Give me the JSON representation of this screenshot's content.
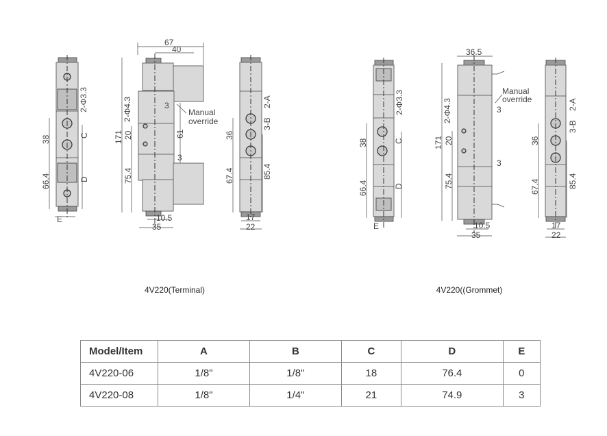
{
  "drawings": {
    "terminal": {
      "caption": "4V220(Terminal)",
      "side": {
        "d38": "38",
        "d664": "66.4",
        "c": "C",
        "d": "D",
        "e": "E",
        "hole": "2-Φ3.3"
      },
      "front": {
        "d67": "67",
        "d40": "40",
        "hole": "2-Φ4.3",
        "d171": "171",
        "d20": "20",
        "d754": "75.4",
        "d3a": "3",
        "d3b": "3",
        "d61": "61",
        "manual": "Manual",
        "override": "override",
        "d105": "10.5",
        "d35": "35"
      },
      "end": {
        "a": "2-A",
        "b": "3-B",
        "d36": "36",
        "d674": "67.4",
        "d854": "85.4",
        "d17": "17",
        "d22": "22"
      }
    },
    "grommet": {
      "caption": "4V220((Grommet)",
      "side": {
        "d38": "38",
        "d664": "66.4",
        "c": "C",
        "d": "D",
        "e": "E",
        "hole": "2-Φ3.3"
      },
      "front": {
        "d365": "36.5",
        "hole": "2-Φ4.3",
        "d171": "171",
        "d20": "20",
        "d754": "75.4",
        "d3a": "3",
        "d3b": "3",
        "manual": "Manual",
        "override": "override",
        "d105": "10.5",
        "d35": "35"
      },
      "end": {
        "a": "2-A",
        "b": "3-B",
        "d36": "36",
        "d674": "67.4",
        "d854": "85.4",
        "d17": "17",
        "d22": "22"
      }
    }
  },
  "table": {
    "headers": [
      "Model/Item",
      "A",
      "B",
      "C",
      "D",
      "E"
    ],
    "rows": [
      [
        "4V220-06",
        "1/8\"",
        "1/8\"",
        "18",
        "76.4",
        "0"
      ],
      [
        "4V220-08",
        "1/8\"",
        "1/4\"",
        "21",
        "74.9",
        "3"
      ]
    ]
  }
}
